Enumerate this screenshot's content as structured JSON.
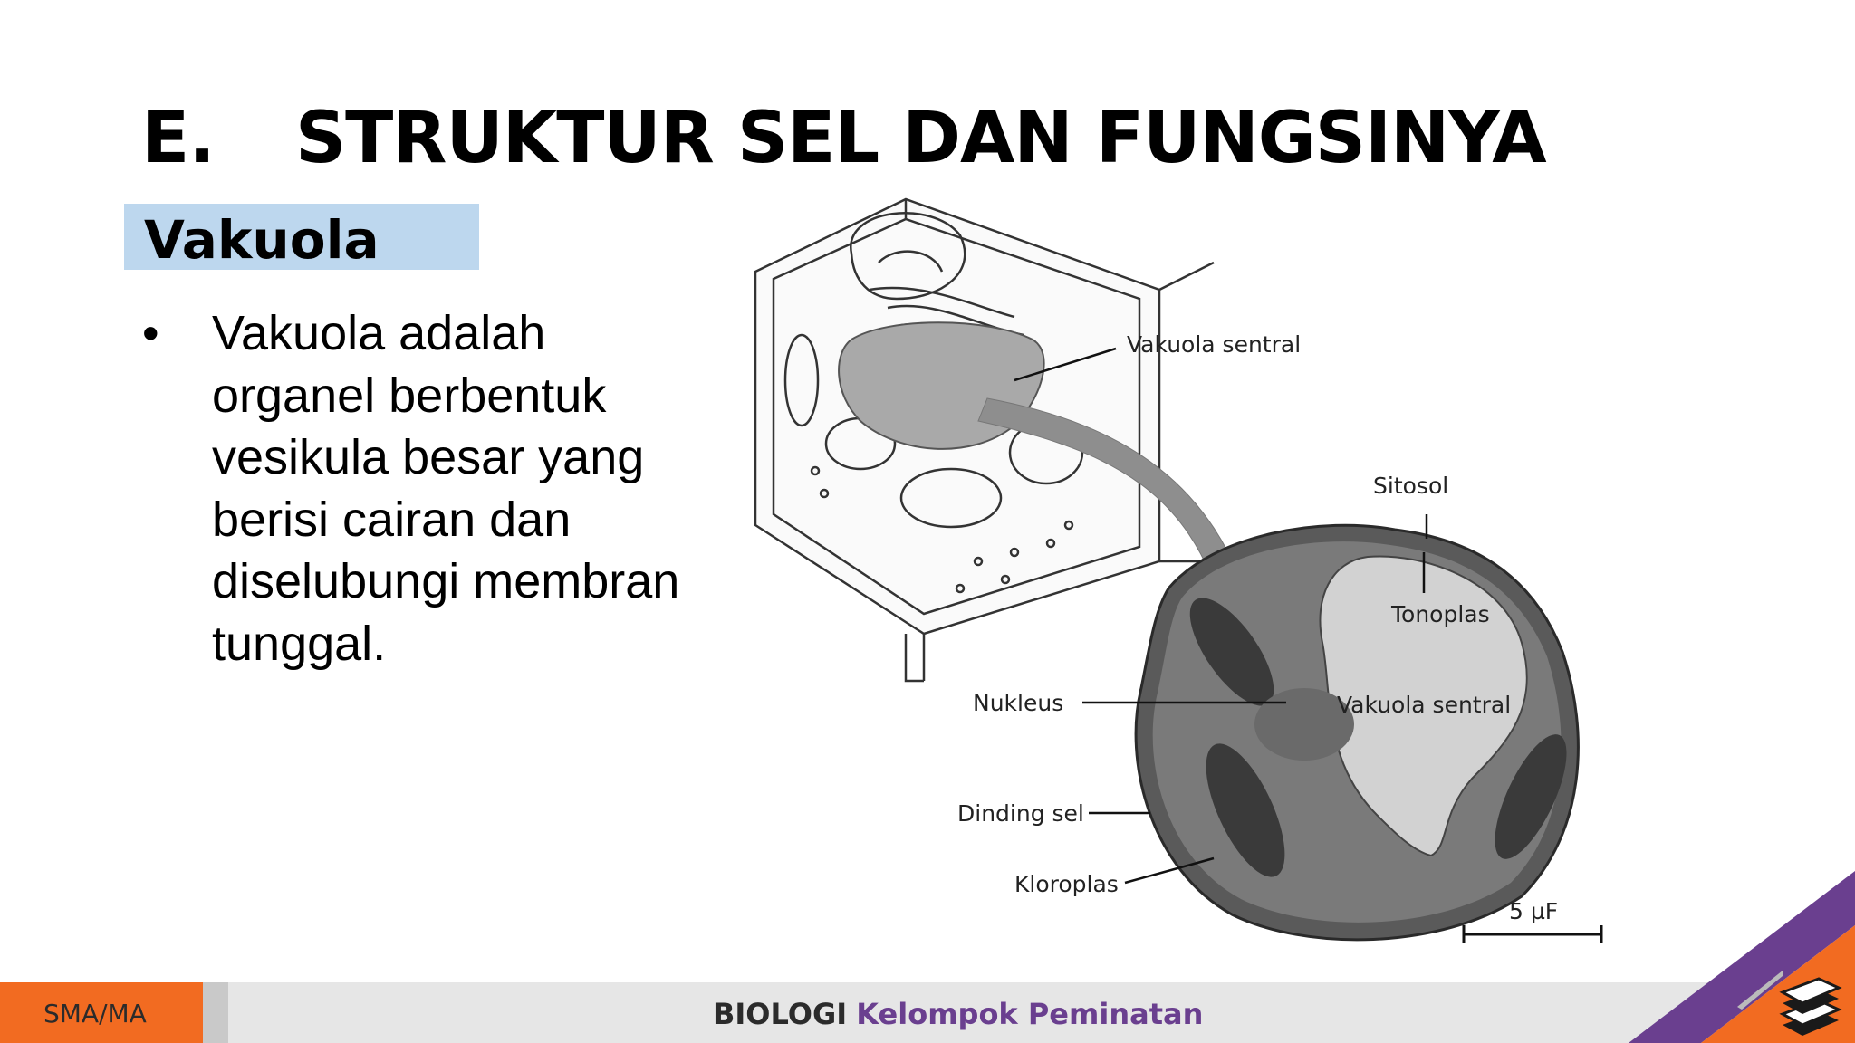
{
  "slide": {
    "title_num": "E.",
    "title_text": "STRUKTUR SEL DAN FUNGSINYA",
    "subheading": "Vakuola",
    "bullet_symbol": "•",
    "bullet_text": "Vakuola adalah organel berbentuk vesikula besar yang berisi cairan dan diselubungi membran tunggal."
  },
  "figure": {
    "labels": {
      "vakuola_sentral_top": "Vakuola sentral",
      "sitosol": "Sitosol",
      "tonoplas": "Tonoplas",
      "vakuola_sentral_bottom": "Vakuola sentral",
      "nukleus": "Nukleus",
      "dinding_sel": "Dinding sel",
      "kloroplas": "Kloroplas",
      "scale": "5 µF"
    }
  },
  "footer": {
    "level": "SMA/MA",
    "subject": "BIOLOGI",
    "group": "Kelompok Peminatan"
  },
  "colors": {
    "subheading_bg": "#bdd7ee",
    "footer_orange": "#f26b21",
    "footer_purple": "#6a3f8f",
    "footer_gray": "#e6e6e6"
  }
}
